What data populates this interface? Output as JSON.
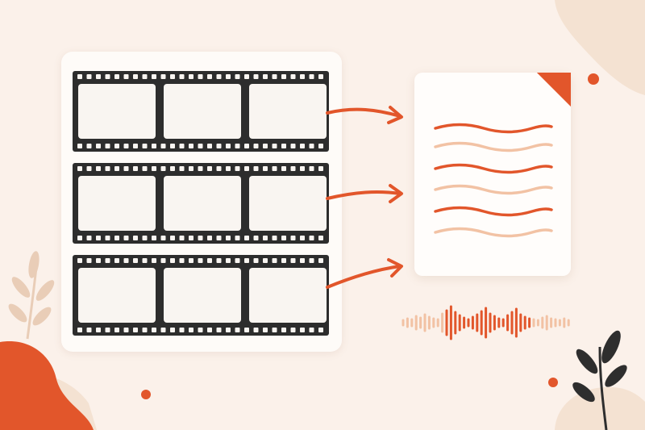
{
  "illustration": {
    "film_strips": [
      {
        "frames": 3
      },
      {
        "frames": 3
      },
      {
        "frames": 3
      }
    ],
    "document": {
      "line_count": 6,
      "icon": "document-icon"
    },
    "audio_waveform": {
      "icon": "sound-wave-icon"
    },
    "colors": {
      "background": "#fbf1ea",
      "accent": "#e2562b",
      "accent_light": "#f2c2a4",
      "film": "#2d2d2d",
      "frame_fill": "#f9f5f1",
      "blob_light": "#f4e2d2",
      "leaf_light": "#e9cdb7",
      "leaf_dark": "#2e2e2e"
    }
  }
}
